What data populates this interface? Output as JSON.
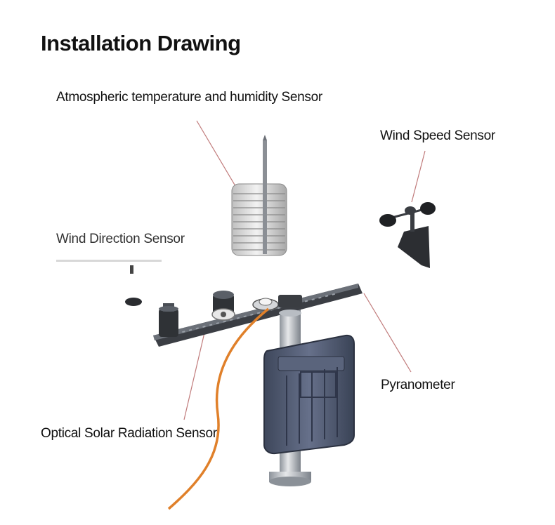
{
  "title": "Installation Drawing",
  "labels": {
    "temperature_humidity": "Atmospheric temperature and humidity Sensor",
    "wind_speed": "Wind Speed Sensor",
    "wind_direction": "Wind Direction Sensor",
    "pyranometer": "Pyranometer",
    "optical_solar": "Optical Solar Radiation Sensor"
  },
  "colors": {
    "leader_line": "#c07a7a",
    "cable": "#e0802a",
    "enclosure": "#4f5a70",
    "metal": "#9aa0a8"
  }
}
